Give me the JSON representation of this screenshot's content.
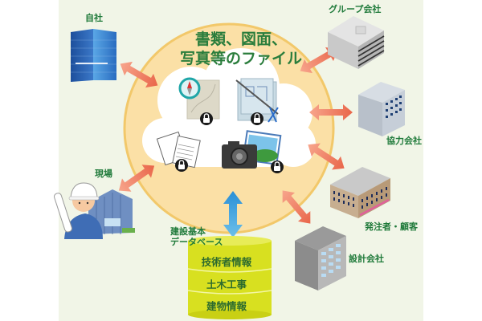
{
  "diagram": {
    "center_title_line1": "書類、図面、",
    "center_title_line2": "写真等のファイル",
    "cloud_items": [
      {
        "name": "map-document",
        "icon": "compass-map-icon",
        "locked": true
      },
      {
        "name": "drawings",
        "icon": "blueprint-icon",
        "locked": true
      },
      {
        "name": "documents",
        "icon": "paper-documents-icon",
        "locked": true
      },
      {
        "name": "photos",
        "icon": "camera-photo-icon",
        "locked": true
      }
    ],
    "nodes": {
      "head_office": "自社",
      "site": "現場",
      "group_company": "グループ会社",
      "partner_company": "協力会社",
      "client": "発注者・顧客",
      "design_company": "設計会社"
    },
    "database": {
      "label_line1": "建設基本",
      "label_line2": "データベース",
      "layers": [
        "技術者情報",
        "土木工事",
        "建物情報"
      ]
    },
    "colors": {
      "background": "#f1f5e7",
      "circle": "#fbe0a6",
      "circle_border": "#f2c86a",
      "arrow_orange": "#ee7a5e",
      "arrow_blue": "#2f9ad8",
      "database": "#d8e020",
      "label_green": "#1f7a3a"
    }
  }
}
